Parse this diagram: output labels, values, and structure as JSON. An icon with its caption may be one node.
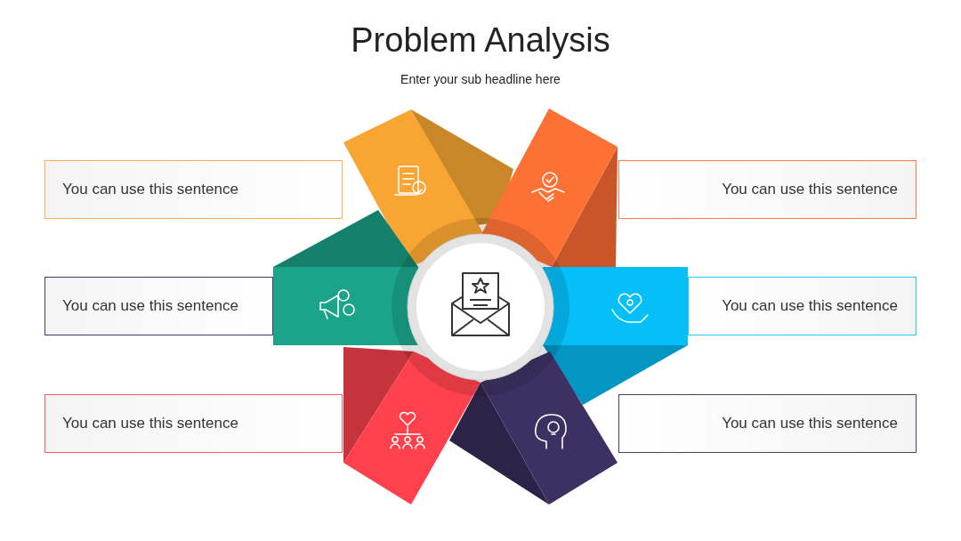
{
  "diagram": {
    "title": "Problem Analysis",
    "nodes": [
      {
        "text": [
          "You can use this sentence"
        ]
      },
      {
        "text": [
          "You can use this sentence"
        ]
      },
      {
        "text": [
          "You can use this sentence"
        ]
      },
      {
        "text": [
          "You can use this sentence"
        ]
      },
      {
        "text": [
          "You can use this sentence"
        ]
      },
      {
        "text": [
          "You can use this sentence"
        ]
      }
    ],
    "labels": [
      "Enter your sub headline here"
    ]
  }
}
